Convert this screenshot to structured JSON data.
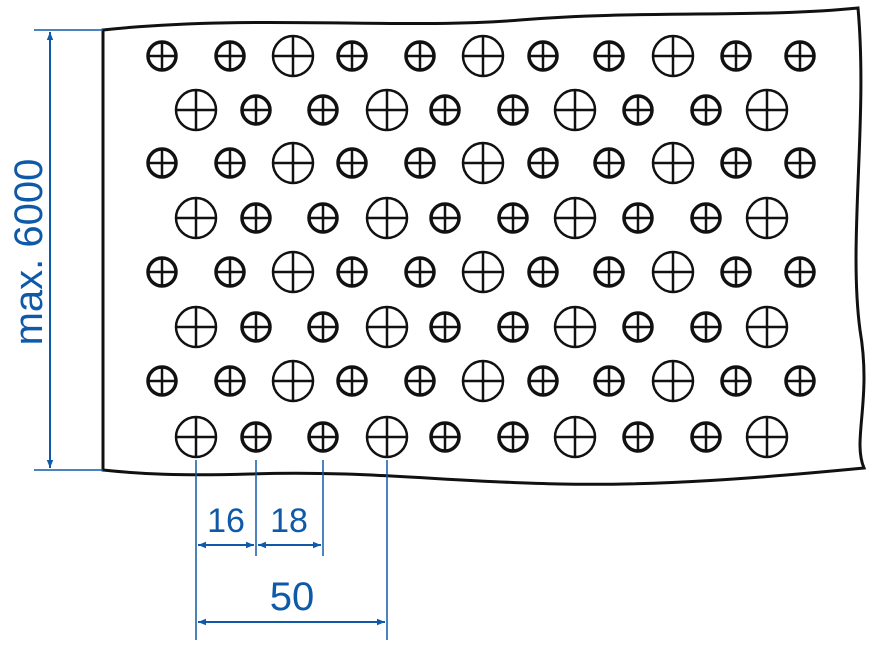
{
  "dimensions": {
    "height_label": "max. 6000",
    "spacing_a": "16",
    "spacing_b": "18",
    "pitch": "50"
  },
  "colors": {
    "outline": "#111111",
    "dimension": "#0f5aa8",
    "background": "#ffffff"
  },
  "pattern": {
    "rows": 8,
    "sheet_edge": "wavy-break-lines",
    "hole_symbol": "circle-with-crosshair",
    "hole_sizes": [
      "small",
      "large"
    ],
    "row_patterns": [
      [
        "small",
        "small",
        "large",
        "small",
        "small",
        "large",
        "small",
        "small",
        "large",
        "small",
        "small"
      ],
      [
        "large",
        "small",
        "small",
        "large",
        "small",
        "small",
        "large",
        "small",
        "small",
        "large"
      ],
      [
        "small",
        "small",
        "large",
        "small",
        "small",
        "large",
        "small",
        "small",
        "large",
        "small",
        "small"
      ],
      [
        "large",
        "small",
        "small",
        "large",
        "small",
        "small",
        "large",
        "small",
        "small",
        "large"
      ],
      [
        "small",
        "small",
        "large",
        "small",
        "small",
        "large",
        "small",
        "small",
        "large",
        "small",
        "small"
      ],
      [
        "large",
        "small",
        "small",
        "large",
        "small",
        "small",
        "large",
        "small",
        "small",
        "large"
      ],
      [
        "small",
        "small",
        "large",
        "small",
        "small",
        "large",
        "small",
        "small",
        "large",
        "small",
        "small"
      ],
      [
        "large",
        "small",
        "small",
        "large",
        "small",
        "small",
        "large",
        "small",
        "small",
        "large"
      ]
    ]
  }
}
